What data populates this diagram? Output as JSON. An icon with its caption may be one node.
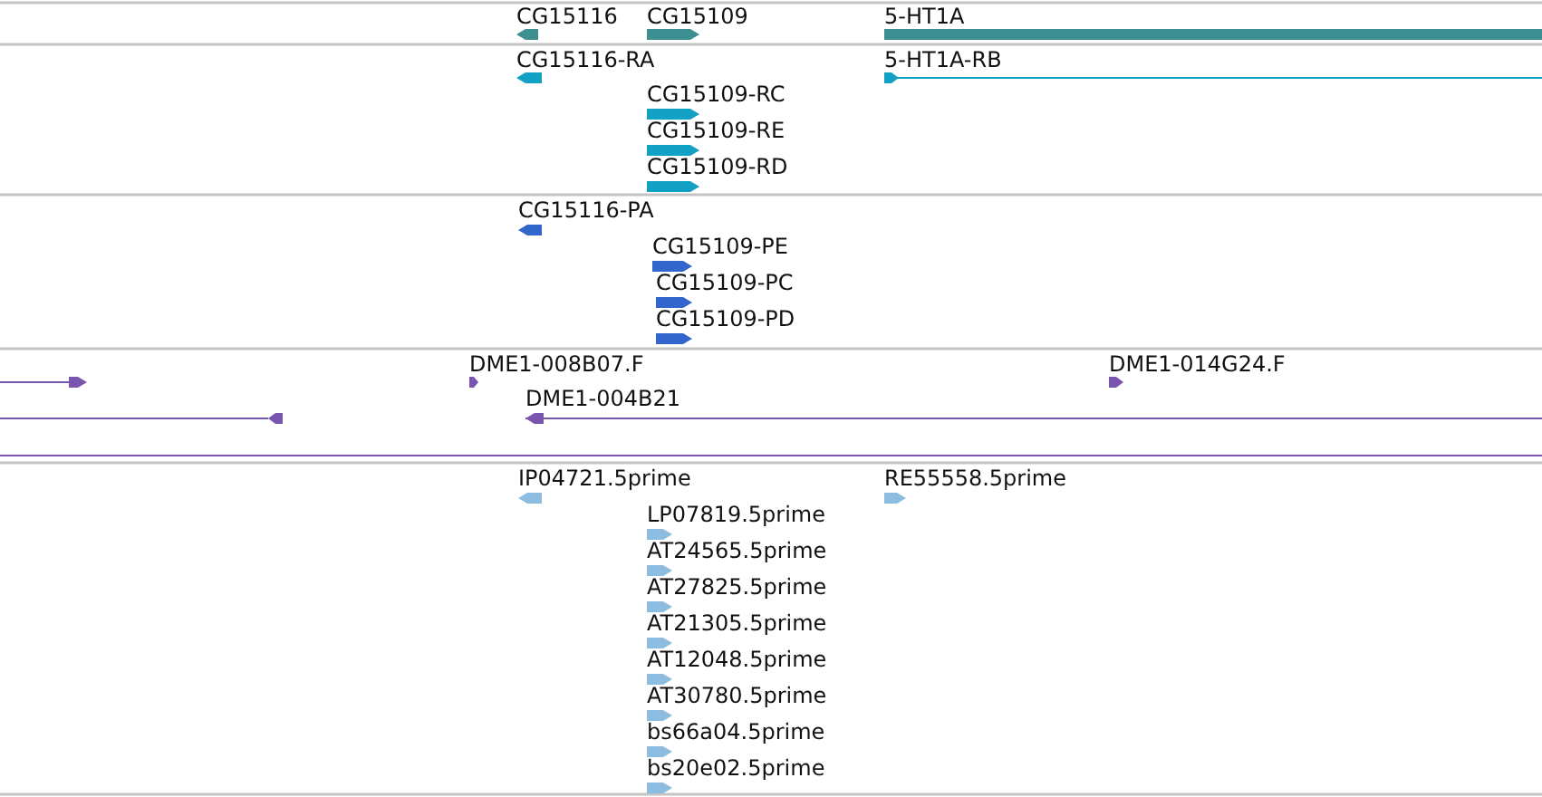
{
  "diagram": {
    "labels": [
      "CG15116",
      "CG15109",
      "5-HT1A",
      "CG15116-RA",
      "5-HT1A-RB",
      "CG15109-RC",
      "CG15109-RE",
      "CG15109-RD",
      "CG15116-PA",
      "CG15109-PE",
      "CG15109-PC",
      "CG15109-PD",
      "DME1-008B07.F",
      "DME1-014G24.F",
      "DME1-004B21",
      "IP04721.5prime",
      "RE55558.5prime",
      "LP07819.5prime",
      "AT24565.5prime",
      "AT27825.5prime",
      "AT21305.5prime",
      "AT12048.5prime",
      "AT30780.5prime",
      "bs66a04.5prime",
      "bs20e02.5prime"
    ]
  }
}
